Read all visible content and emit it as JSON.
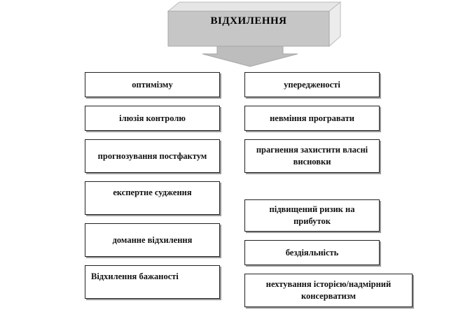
{
  "header": {
    "title": "ВІДХИЛЕННЯ"
  },
  "left_column": {
    "items": [
      {
        "label": "оптимізму"
      },
      {
        "label": "ілюзія  контролю"
      },
      {
        "label": "прогнозування постфактум"
      },
      {
        "label": "експертне судження"
      },
      {
        "label": "доманне відхилення"
      },
      {
        "label": "Відхилення  бажаності"
      }
    ]
  },
  "right_column": {
    "items": [
      {
        "label": "упередженості"
      },
      {
        "label": "невміння програвати"
      },
      {
        "label": "прагнення захистити власні висновки"
      },
      {
        "label": "підвищений ризик на прибуток"
      },
      {
        "label": "бездіяльність"
      },
      {
        "label": "нехтування історією/надмірний консерватизм"
      }
    ]
  },
  "colors": {
    "header_front": "#c6c6c6",
    "header_top": "#e6e6e6",
    "header_side": "#ececec",
    "arrow": "#bdbdbd",
    "box_border": "#222222",
    "box_shadow": "#9a9a9a"
  }
}
